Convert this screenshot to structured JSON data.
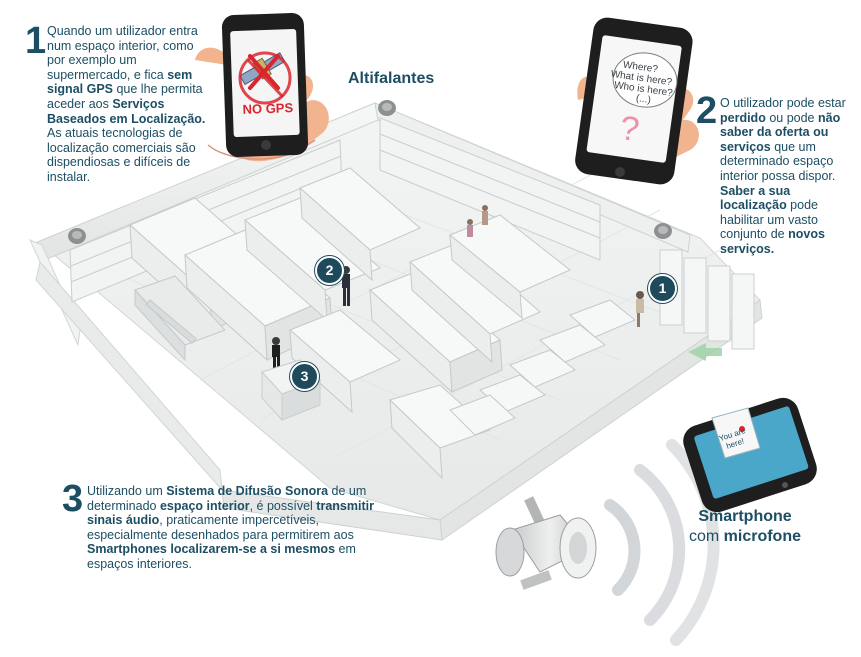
{
  "step1": {
    "number": "1",
    "segments": [
      {
        "t": "Quando um utilizador entra num espaço interior, como por exemplo um supermercado, e fica ",
        "b": false
      },
      {
        "t": "sem signal GPS",
        "b": true
      },
      {
        "t": " que lhe permita aceder aos ",
        "b": false
      },
      {
        "t": "Serviços Baseados em Localização.",
        "b": true
      },
      {
        "t": " As atuais tecnologias de localização comerciais são dispendiosas e difíceis de instalar.",
        "b": false
      }
    ]
  },
  "step2": {
    "number": "2",
    "segments": [
      {
        "t": "O utilizador pode estar ",
        "b": false
      },
      {
        "t": "perdido",
        "b": true
      },
      {
        "t": " ou pode ",
        "b": false
      },
      {
        "t": "não saber da oferta ou serviços",
        "b": true
      },
      {
        "t": " que um determinado espaço interior possa dispor. ",
        "b": false
      },
      {
        "t": "Saber a sua localização",
        "b": true
      },
      {
        "t": " pode habilitar um vasto conjunto de ",
        "b": false
      },
      {
        "t": "novos serviços.",
        "b": true
      }
    ]
  },
  "step3": {
    "number": "3",
    "segments": [
      {
        "t": "Utilizando um ",
        "b": false
      },
      {
        "t": "Sistema de Difusão Sonora",
        "b": true
      },
      {
        "t": " de um determinado ",
        "b": false
      },
      {
        "t": "espaço interior",
        "b": true
      },
      {
        "t": ", é possível ",
        "b": false
      },
      {
        "t": "transmitir sinais áudio",
        "b": true
      },
      {
        "t": ", praticamente impercetíveis, especialmente desenhados para permitirem aos ",
        "b": false
      },
      {
        "t": "Smartphones localizarem-se a si mesmos",
        "b": true
      },
      {
        "t": " em espaços interiores.",
        "b": false
      }
    ]
  },
  "speakers_label": "Altifalantes",
  "phone1": {
    "badge": "NO GPS"
  },
  "phone2": {
    "bubble": [
      "Where?",
      "What is here?",
      "Who is here?",
      "(...)"
    ],
    "mark": "?"
  },
  "smartphone": {
    "line1": "Smartphone",
    "line2_prefix": "com ",
    "line2_bold": "microfone",
    "screen_text": [
      "You are",
      "here!"
    ]
  },
  "markers": [
    "1",
    "2",
    "3"
  ],
  "colors": {
    "text": "#1d4e63",
    "marker": "#1f4a5c",
    "skin": "#f2b38f",
    "no_gps": "#d9262e"
  }
}
